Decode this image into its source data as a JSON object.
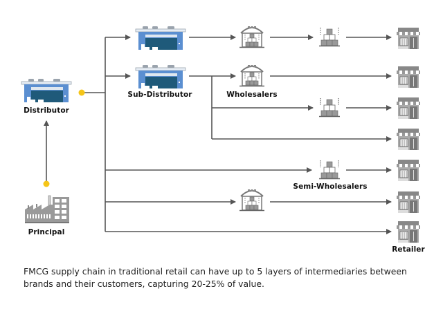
{
  "title": "FMCG traditional retail supply chain",
  "nodes": {
    "principal": "Principal",
    "distributor": "Distributor",
    "sub_distributor": "Sub-Distributor",
    "wholesalers": "Wholesalers",
    "semi_wholesalers": "Semi-Wholesalers",
    "retailer": "Retailer"
  },
  "chains": [
    [
      "Principal",
      "Distributor",
      "Sub-Distributor",
      "Wholesalers",
      "Semi-Wholesalers",
      "Retailer"
    ],
    [
      "Principal",
      "Distributor",
      "Sub-Distributor",
      "Wholesalers",
      "Retailer"
    ],
    [
      "Principal",
      "Distributor",
      "Sub-Distributor",
      "Semi-Wholesalers",
      "Retailer"
    ],
    [
      "Principal",
      "Distributor",
      "Sub-Distributor",
      "Retailer"
    ],
    [
      "Principal",
      "Distributor",
      "Semi-Wholesalers",
      "Retailer"
    ],
    [
      "Principal",
      "Distributor",
      "Wholesalers",
      "Retailer"
    ],
    [
      "Principal",
      "Distributor",
      "Retailer"
    ]
  ],
  "colors": {
    "line": "#555555",
    "connector_dot": "#f5c518",
    "distributor_blue": "#5b8fd1",
    "distributor_dark": "#1f5a7a",
    "icon_gray": "#8a8a8a"
  },
  "caption": "FMCG supply chain in traditional retail can have up to 5 layers of intermediaries between brands and their customers, capturing 20-25% of value."
}
